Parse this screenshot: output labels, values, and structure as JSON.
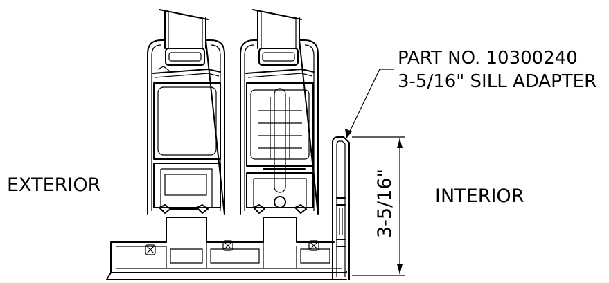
{
  "labels": {
    "part_number": "PART NO. 10300240",
    "part_name": "3-5/16\" SILL ADAPTER",
    "exterior": "EXTERIOR",
    "interior": "INTERIOR",
    "dimension": "3-5/16\""
  },
  "colors": {
    "ink": "#000000",
    "background": "#ffffff"
  }
}
